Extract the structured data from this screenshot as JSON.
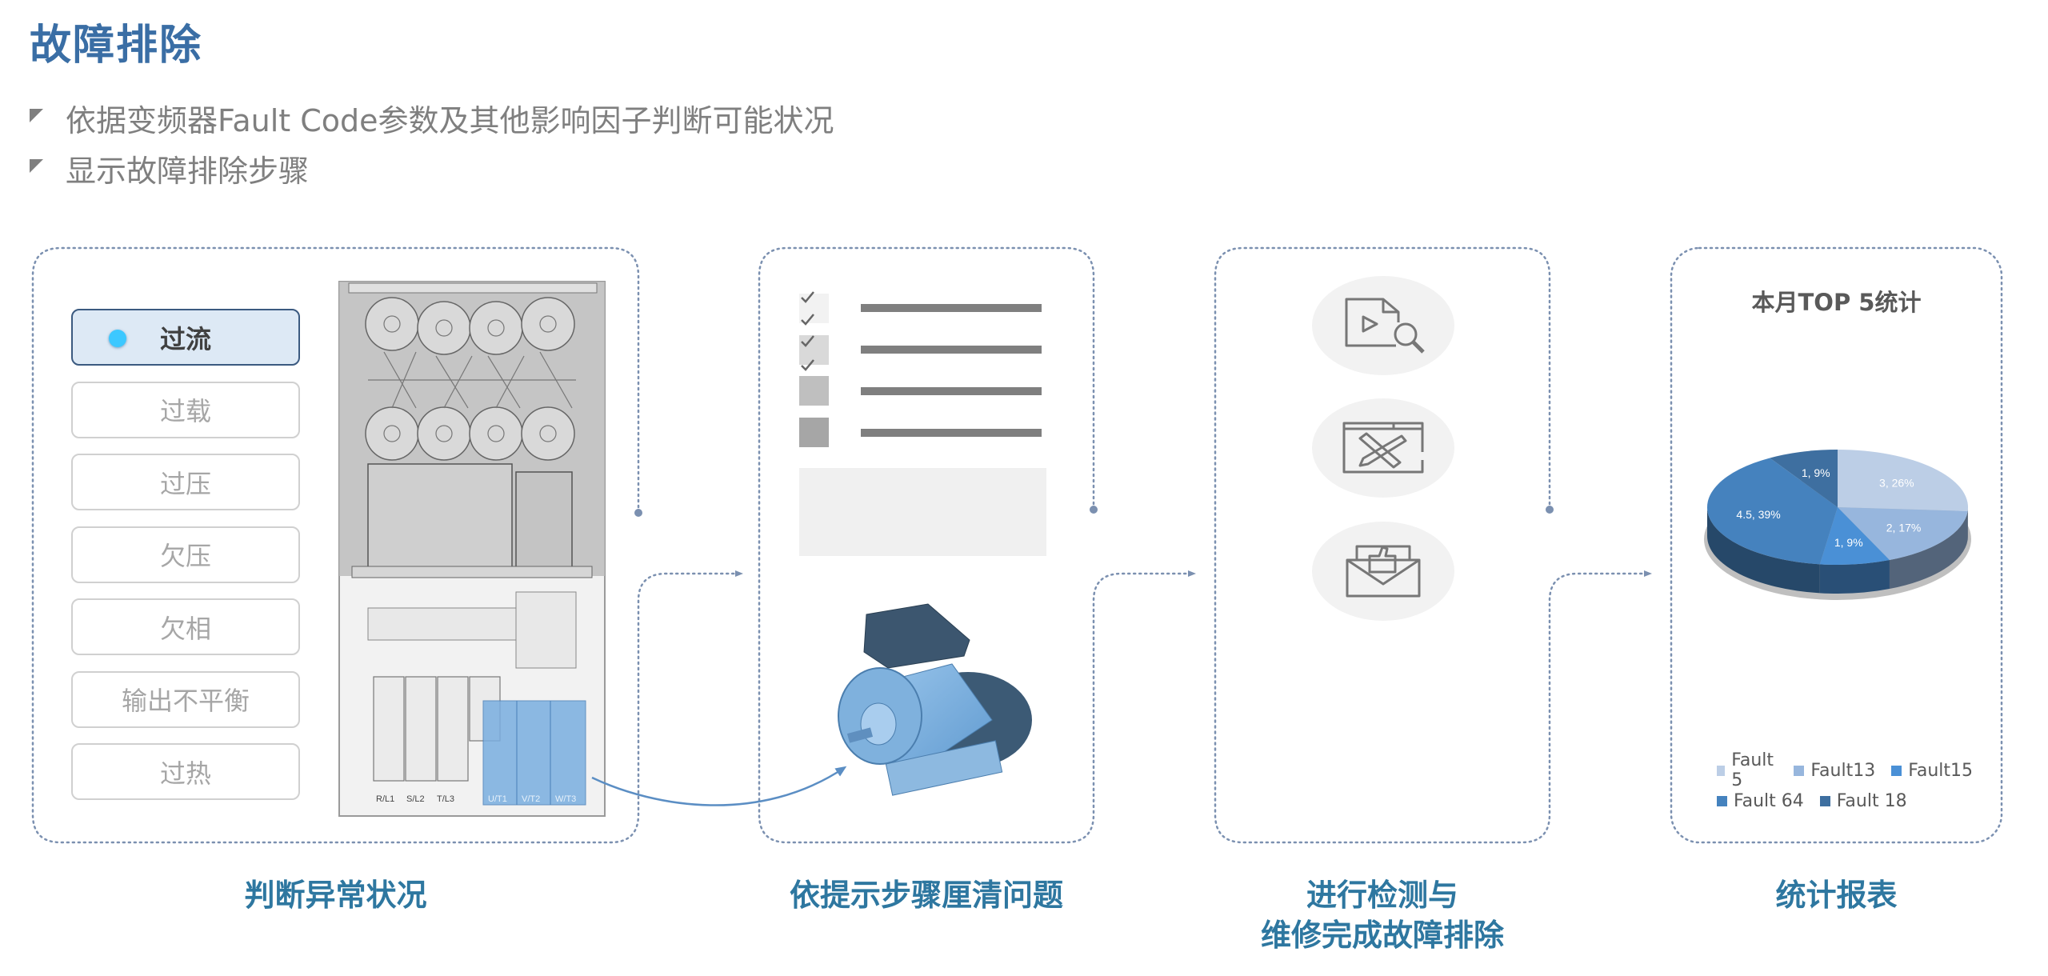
{
  "page": {
    "title": "故障排除",
    "bullets": [
      "依据变频器Fault Code参数及其他影响因子判断可能状况",
      "显示故障排除步骤"
    ]
  },
  "colors": {
    "title": "#3a6ea5",
    "step_label": "#2e77a0",
    "card_border": "#7b90b0",
    "active_dot": "#3cc8ff"
  },
  "step1": {
    "label": "判断异常状况",
    "faults": [
      {
        "label": "过流",
        "active": true
      },
      {
        "label": "过载",
        "active": false
      },
      {
        "label": "过压",
        "active": false
      },
      {
        "label": "欠压",
        "active": false
      },
      {
        "label": "欠相",
        "active": false
      },
      {
        "label": "输出不平衡",
        "active": false
      },
      {
        "label": "过热",
        "active": false
      }
    ],
    "drive_terminals": [
      "R/L1",
      "S/L2",
      "T/L3",
      "U/T1",
      "V/T2",
      "W/T3"
    ],
    "drive_illustration": "vfd-drive-illustration"
  },
  "step2": {
    "label": "依提示步骤厘清问题",
    "checklist": [
      {
        "checked": true
      },
      {
        "checked": true
      },
      {
        "checked": false
      },
      {
        "checked": false
      }
    ],
    "illustration": "motor-illustration"
  },
  "step3": {
    "label_line1": "进行检测与",
    "label_line2": "维修完成故障排除",
    "icons": [
      "video-document-search-icon",
      "design-edit-window-icon",
      "approval-mail-icon"
    ]
  },
  "step4": {
    "label": "统计报表"
  },
  "chart_data": {
    "type": "pie",
    "title": "本月TOP 5统计",
    "style": "3d",
    "legend_position": "bottom",
    "categories": [
      "Fault 5",
      "Fault13",
      "Fault15",
      "Fault 64",
      "Fault 18"
    ],
    "values": [
      3,
      2,
      1,
      4.5,
      1
    ],
    "percents": [
      26,
      17,
      9,
      39,
      9
    ],
    "data_labels": [
      "3, 26%",
      "2, 17%",
      "1, 9%",
      "4.5, 39%",
      "1, 9%"
    ],
    "colors": [
      "#bccee6",
      "#97b6dd",
      "#4a90d6",
      "#4582be",
      "#3e6fa0"
    ]
  }
}
